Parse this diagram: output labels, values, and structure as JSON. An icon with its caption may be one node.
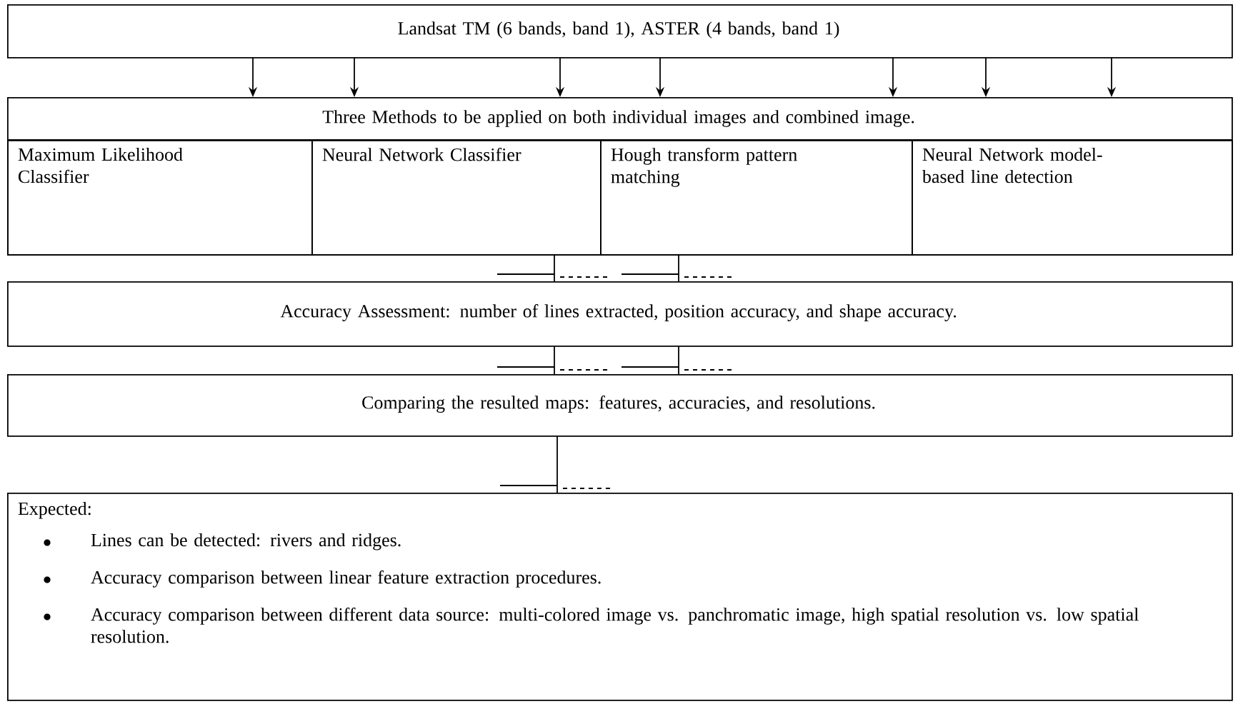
{
  "diagram": {
    "nodes": [
      {
        "text": [
          "Landsat TM (6 bands, band 1), ASTER (4 bands, band 1)"
        ]
      },
      {
        "text": [
          "Three Methods to be applied on both individual images and combined image."
        ]
      },
      {
        "text": [
          "Maximum Likelihood Classifier"
        ],
        "in": 1
      },
      {
        "text": [
          "Neural Network Classifier"
        ],
        "in": 1
      },
      {
        "text": [
          "Hough transform pattern matching"
        ],
        "in": 1
      },
      {
        "text": [
          "Neural Network model-based line detection"
        ],
        "in": 1
      },
      {
        "text": [
          "Accuracy Assessment: number of lines extracted, position accuracy, and shape accuracy."
        ]
      },
      {
        "text": [
          "Comparing the resulted maps: features, accuracies, and resolutions."
        ]
      },
      {
        "text": [
          "Expected:",
          "Lines can be detected: rivers and ridges.",
          "Accuracy comparison between linear feature extraction procedures.",
          "Accuracy comparison between different data source: multi-colored image vs. panchromatic image, high spatial resolution vs. low spatial resolution."
        ]
      }
    ],
    "edges": [
      {
        "from": 0,
        "to": 1,
        "arrow": "to"
      },
      {
        "from": 0,
        "to": 1,
        "arrow": "to"
      },
      {
        "from": 0,
        "to": 1,
        "arrow": "to"
      },
      {
        "from": 0,
        "to": 1,
        "arrow": "to"
      },
      {
        "from": 0,
        "to": 1,
        "arrow": "to"
      },
      {
        "from": 0,
        "to": 1,
        "arrow": "to"
      },
      {
        "from": 0,
        "to": 1,
        "arrow": "to"
      },
      {
        "from": 3,
        "to": 6,
        "arrow": "none"
      },
      {
        "from": 4,
        "to": 6,
        "arrow": "none"
      },
      {
        "from": 6,
        "to": 7,
        "arrow": "none"
      },
      {
        "from": 6,
        "to": 7,
        "arrow": "none"
      },
      {
        "from": 7,
        "to": 8,
        "arrow": "none"
      }
    ]
  }
}
